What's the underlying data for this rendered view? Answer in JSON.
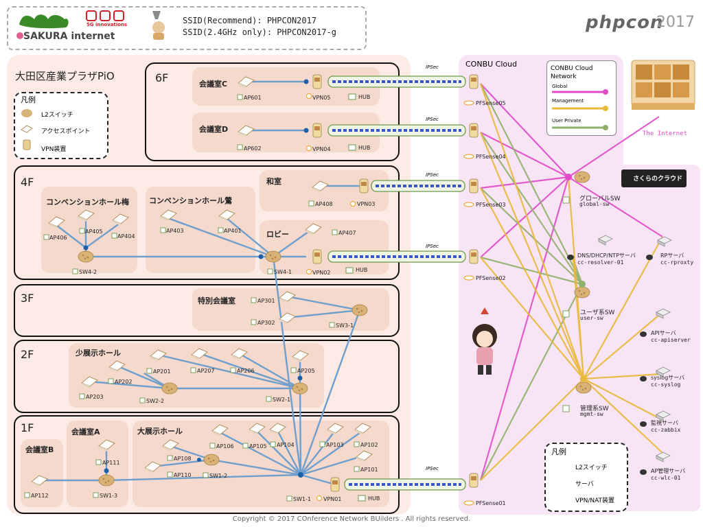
{
  "header": {
    "sponsor1": "SAKURA internet",
    "sponsor2": "5G innovations",
    "ssid1": "SSID(Recommend): PHPCON2017",
    "ssid2": "SSID(2.4GHz only): PHPCON2017-g",
    "brand": "phpcon",
    "brand_year": "2017"
  },
  "venue": {
    "title": "大田区産業プラザPiO"
  },
  "legend_left": {
    "title": "凡例",
    "items": [
      "L2スイッチ",
      "アクセスポイント",
      "VPN装置"
    ]
  },
  "floors": {
    "f6": "6F",
    "f4": "4F",
    "f3": "3F",
    "f2": "2F",
    "f1": "1F"
  },
  "rooms": {
    "c": "会議室C",
    "d": "会議室D",
    "washitsu": "和室",
    "ume": "コンベンションホール梅",
    "uguisu": "コンベンションホール鶯",
    "lobby": "ロビー",
    "tokubetsu": "特別会議室",
    "shoten": "少展示ホール",
    "daiten": "大展示ホール",
    "kaigia": "会議室A",
    "kaigib": "会議室B"
  },
  "devices": {
    "ap601": "AP601",
    "vpn05": "VPN05",
    "hub6c": "HUB",
    "ap602": "AP602",
    "vpn04": "VPN04",
    "hub6d": "HUB",
    "ap408": "AP408",
    "vpn03": "VPN03",
    "ap405": "AP405",
    "ap404": "AP404",
    "ap406": "AP406",
    "sw4_2": "SW4-2",
    "ap403": "AP403",
    "ap401": "AP401",
    "ap407": "AP407",
    "sw4_1": "SW4-1",
    "vpn02": "VPN02",
    "hub4": "HUB",
    "ap301": "AP301",
    "ap302": "AP302",
    "sw3_1": "SW3-1",
    "ap201": "AP201",
    "ap202": "AP202",
    "ap203": "AP203",
    "sw2_2": "SW2-2",
    "ap207": "AP207",
    "ap206": "AP206",
    "ap205": "AP205",
    "sw2_1": "SW2-1",
    "ap111": "AP111",
    "sw1_3": "SW1-3",
    "ap112": "AP112",
    "ap108": "AP108",
    "ap110": "AP110",
    "sw1_2": "SW1-2",
    "ap106": "AP106",
    "ap105": "AP105",
    "ap104": "AP104",
    "ap103": "AP103",
    "ap102": "AP102",
    "ap101": "AP101",
    "sw1_1": "SW1-1",
    "vpn01": "VPN01",
    "hub1": "HUB"
  },
  "ipsec": "IPSec",
  "cloud": {
    "title": "CONBU Cloud",
    "pf05": "PFSense05",
    "pf04": "PFSense04",
    "pf03": "PFSense03",
    "pf02": "PFSense02",
    "pf01": "PFSense01"
  },
  "network_legend": {
    "title": "CONBU Cloud Network",
    "items": [
      {
        "label": "Global",
        "color": "#e04bc8"
      },
      {
        "label": "Management",
        "color": "#e8b838"
      },
      {
        "label": "User Private",
        "color": "#8fb06a"
      }
    ]
  },
  "internet": "The Internet",
  "sakura_cloud": "さくらのクラウド",
  "servers": {
    "global_sw_ja": "グローバルSW",
    "global_sw": "global-sw",
    "resolver_ja": "DNS/DHCP/NTPサーバ",
    "resolver": "cc-resolver-01",
    "rproxy_ja": "RPサーバ",
    "rproxy": "cc-rproxty",
    "user_sw_ja": "ユーザ系SW",
    "user_sw": "user-sw",
    "api_ja": "APIサーバ",
    "api": "cc-apiserver",
    "syslog_ja": "syslogサーバ",
    "syslog": "cc-syslog",
    "mgmt_sw_ja": "管理系SW",
    "mgmt_sw": "mgmt-sw",
    "zabbix_ja": "監視サーバ",
    "zabbix": "cc-zabbix",
    "wlc_ja": "AP管理サーバ",
    "wlc": "cc-wlc-01"
  },
  "legend_right": {
    "title": "凡例",
    "items": [
      "L2スイッチ",
      "サーバ",
      "VPN/NAT装置"
    ]
  },
  "copyright": "Copyright © 2017 COnference Network BUilders . All rights reserved."
}
